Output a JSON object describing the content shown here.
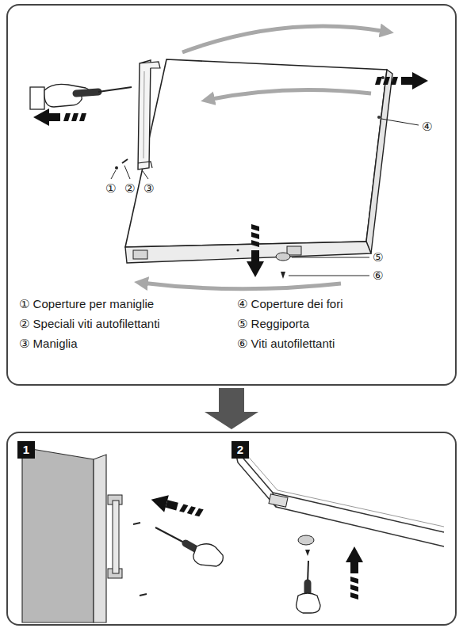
{
  "diagram": {
    "nodes": [
      {
        "text": [
          "① Coperture per maniglie",
          "② Speciali viti autofilettanti",
          "③ Maniglia",
          "④ Coperture dei fori",
          "⑤ Reggiporta",
          "⑥ Viti autofilettanti"
        ]
      },
      {
        "text": []
      },
      {
        "text": [
          "1"
        ],
        "in": 1
      },
      {
        "text": [
          "2"
        ],
        "in": 1
      }
    ],
    "edges": [
      {
        "from": 0,
        "to": 1,
        "arrow": "to"
      }
    ],
    "labels": [
      "①",
      "②",
      "③",
      "④",
      "⑤",
      "⑥"
    ]
  }
}
